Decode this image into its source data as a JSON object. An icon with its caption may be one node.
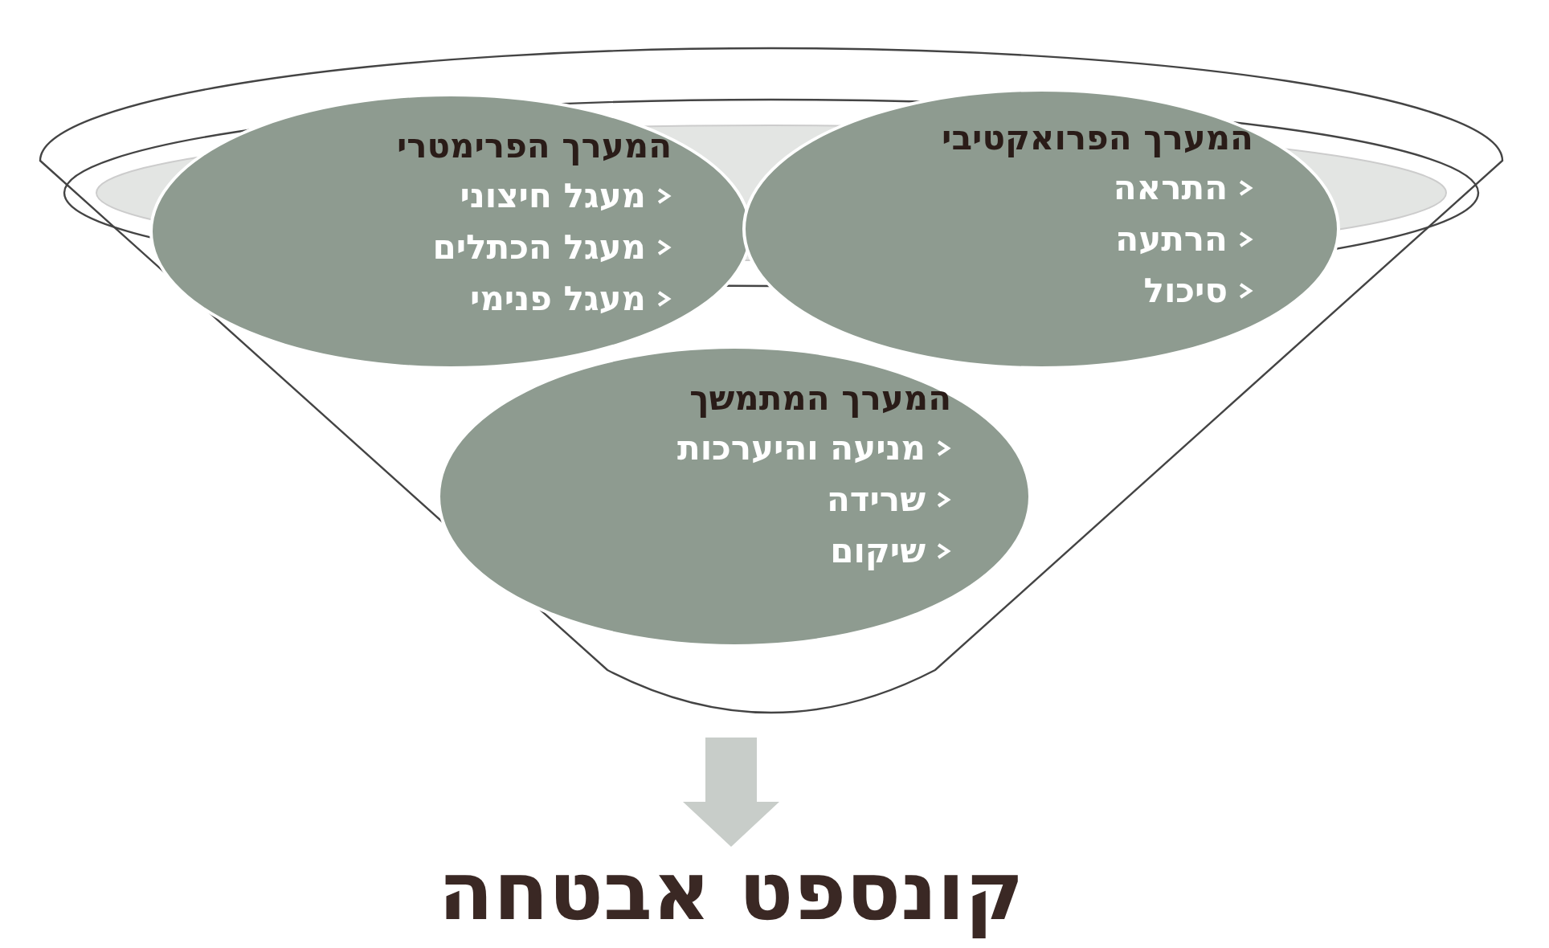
{
  "diagram": {
    "nodes": [
      {
        "text": [],
        "shape": "funnel"
      },
      {
        "text": [
          "המערך הפרואקטיבי",
          "התראה",
          "הרתעה",
          "סיכול"
        ],
        "in": 0
      },
      {
        "text": [
          "המערך הפרימטרי",
          "מעגל חיצוני",
          "מעגל הכתלים",
          "מעגל פנימי"
        ],
        "in": 0
      },
      {
        "text": [
          "המערך המתמשך",
          "מניעה והיערכות",
          "שרידה",
          "שיקום"
        ],
        "in": 0
      },
      {
        "text": [
          "קונספט אבטחה"
        ]
      }
    ],
    "edges": [
      {
        "from": 0,
        "to": 4,
        "arrow": "to",
        "style": "thick",
        "color": "#c8cdc9"
      }
    ]
  }
}
